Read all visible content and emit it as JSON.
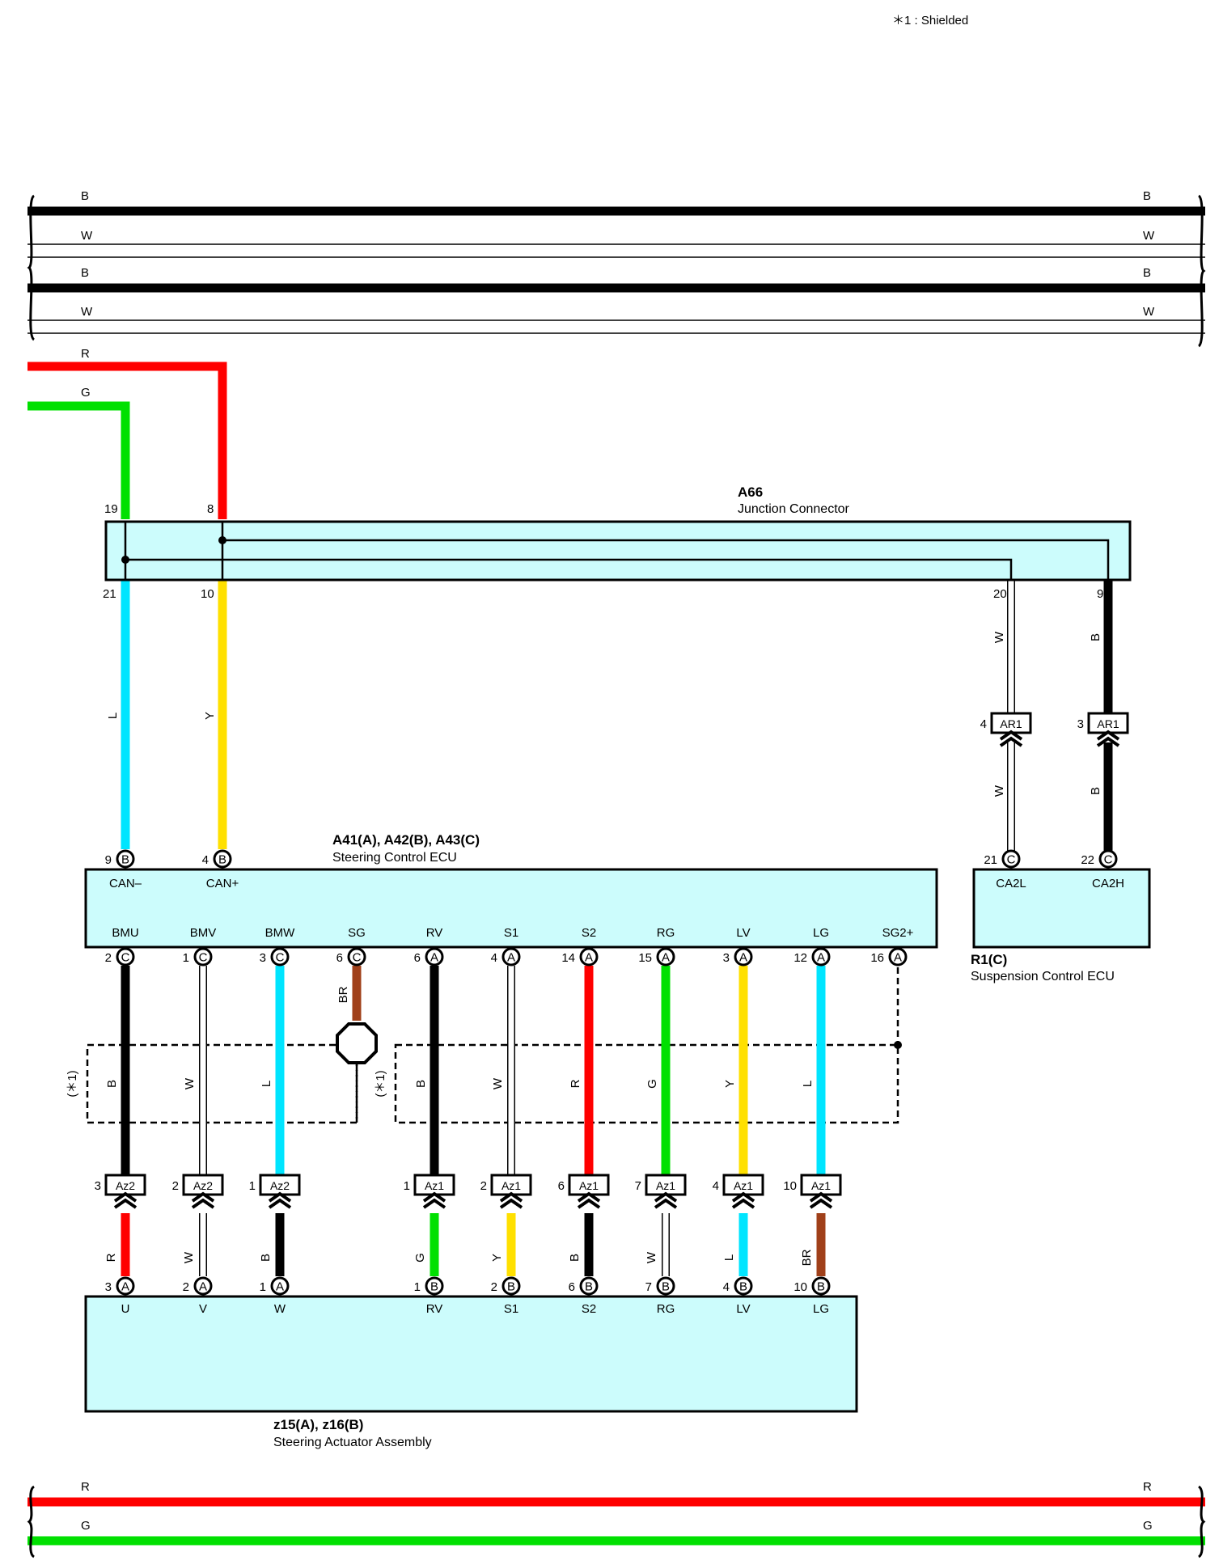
{
  "note": "＊1 : Shielded",
  "components": {
    "a66": {
      "code": "A66",
      "name": "Junction Connector"
    },
    "steering_ecu": {
      "code": "A41(A), A42(B), A43(C)",
      "name": "Steering Control ECU"
    },
    "suspension_ecu": {
      "code": "R1(C)",
      "name": "Suspension Control ECU"
    },
    "actuator": {
      "code": "z15(A), z16(B)",
      "name": "Steering Actuator Assembly"
    }
  },
  "bus_wires": [
    {
      "color_code": "B",
      "hex": "#000000"
    },
    {
      "color_code": "W",
      "hex": "#ffffff"
    },
    {
      "color_code": "B",
      "hex": "#000000"
    },
    {
      "color_code": "W",
      "hex": "#ffffff"
    }
  ],
  "feed_wires": [
    {
      "color_code": "R",
      "hex": "#ff0000"
    },
    {
      "color_code": "G",
      "hex": "#00e000"
    }
  ],
  "bottom_wires": [
    {
      "color_code": "R",
      "hex": "#ff0000"
    },
    {
      "color_code": "G",
      "hex": "#00e000"
    }
  ],
  "a66_pins": {
    "top": [
      "19",
      "8"
    ],
    "bottom": [
      "21",
      "10",
      "20",
      "9"
    ]
  },
  "can_wires": [
    {
      "color_code": "L",
      "hex": "#00e5ff"
    },
    {
      "color_code": "Y",
      "hex": "#ffe000"
    }
  ],
  "suspension_wires": [
    {
      "color_code": "W",
      "hex": "#ffffff"
    },
    {
      "color_code": "B",
      "hex": "#000000"
    }
  ],
  "ar1_connectors": [
    {
      "name": "AR1",
      "pin": "4"
    },
    {
      "name": "AR1",
      "pin": "3"
    }
  ],
  "ecu_top_pins": [
    {
      "pin": "9",
      "conn": "B",
      "label": "CAN–"
    },
    {
      "pin": "4",
      "conn": "B",
      "label": "CAN+"
    }
  ],
  "suspension_pins": [
    {
      "pin": "21",
      "conn": "C",
      "label": "CA2L"
    },
    {
      "pin": "22",
      "conn": "C",
      "label": "CA2H"
    }
  ],
  "ecu_bottom_pins": [
    {
      "label": "BMU",
      "pin": "2",
      "conn": "C",
      "color_code": "B",
      "hex": "#000000"
    },
    {
      "label": "BMV",
      "pin": "1",
      "conn": "C",
      "color_code": "W",
      "hex": "#ffffff"
    },
    {
      "label": "BMW",
      "pin": "3",
      "conn": "C",
      "color_code": "L",
      "hex": "#00e5ff"
    },
    {
      "label": "SG",
      "pin": "6",
      "conn": "C",
      "color_code": "BR",
      "hex": "#a0401a"
    },
    {
      "label": "RV",
      "pin": "6",
      "conn": "A",
      "color_code": "B",
      "hex": "#000000"
    },
    {
      "label": "S1",
      "pin": "4",
      "conn": "A",
      "color_code": "W",
      "hex": "#ffffff"
    },
    {
      "label": "S2",
      "pin": "14",
      "conn": "A",
      "color_code": "R",
      "hex": "#ff0000"
    },
    {
      "label": "RG",
      "pin": "15",
      "conn": "A",
      "color_code": "G",
      "hex": "#00e000"
    },
    {
      "label": "LV",
      "pin": "3",
      "conn": "A",
      "color_code": "Y",
      "hex": "#ffe000"
    },
    {
      "label": "LG",
      "pin": "12",
      "conn": "A",
      "color_code": "L",
      "hex": "#00e5ff"
    },
    {
      "label": "SG2+",
      "pin": "16",
      "conn": "A",
      "color_code": "",
      "hex": "#000000"
    }
  ],
  "shield_label": "(＊1)",
  "inline_connectors": [
    {
      "name": "Az2",
      "pin": "3"
    },
    {
      "name": "Az2",
      "pin": "2"
    },
    {
      "name": "Az2",
      "pin": "1"
    },
    {
      "name": "Az1",
      "pin": "1"
    },
    {
      "name": "Az1",
      "pin": "2"
    },
    {
      "name": "Az1",
      "pin": "6"
    },
    {
      "name": "Az1",
      "pin": "7"
    },
    {
      "name": "Az1",
      "pin": "4"
    },
    {
      "name": "Az1",
      "pin": "10"
    }
  ],
  "actuator_pins": [
    {
      "label": "U",
      "pin": "3",
      "conn": "A",
      "color_code": "R",
      "hex": "#ff0000"
    },
    {
      "label": "V",
      "pin": "2",
      "conn": "A",
      "color_code": "W",
      "hex": "#ffffff"
    },
    {
      "label": "W",
      "pin": "1",
      "conn": "A",
      "color_code": "B",
      "hex": "#000000"
    },
    {
      "label": "RV",
      "pin": "1",
      "conn": "B",
      "color_code": "G",
      "hex": "#00e000"
    },
    {
      "label": "S1",
      "pin": "2",
      "conn": "B",
      "color_code": "Y",
      "hex": "#ffe000"
    },
    {
      "label": "S2",
      "pin": "6",
      "conn": "B",
      "color_code": "B",
      "hex": "#000000"
    },
    {
      "label": "RG",
      "pin": "7",
      "conn": "B",
      "color_code": "W",
      "hex": "#ffffff"
    },
    {
      "label": "LV",
      "pin": "4",
      "conn": "B",
      "color_code": "L",
      "hex": "#00e5ff"
    },
    {
      "label": "LG",
      "pin": "10",
      "conn": "B",
      "color_code": "BR",
      "hex": "#a0401a"
    }
  ],
  "box_fill": "#ccfcfc"
}
